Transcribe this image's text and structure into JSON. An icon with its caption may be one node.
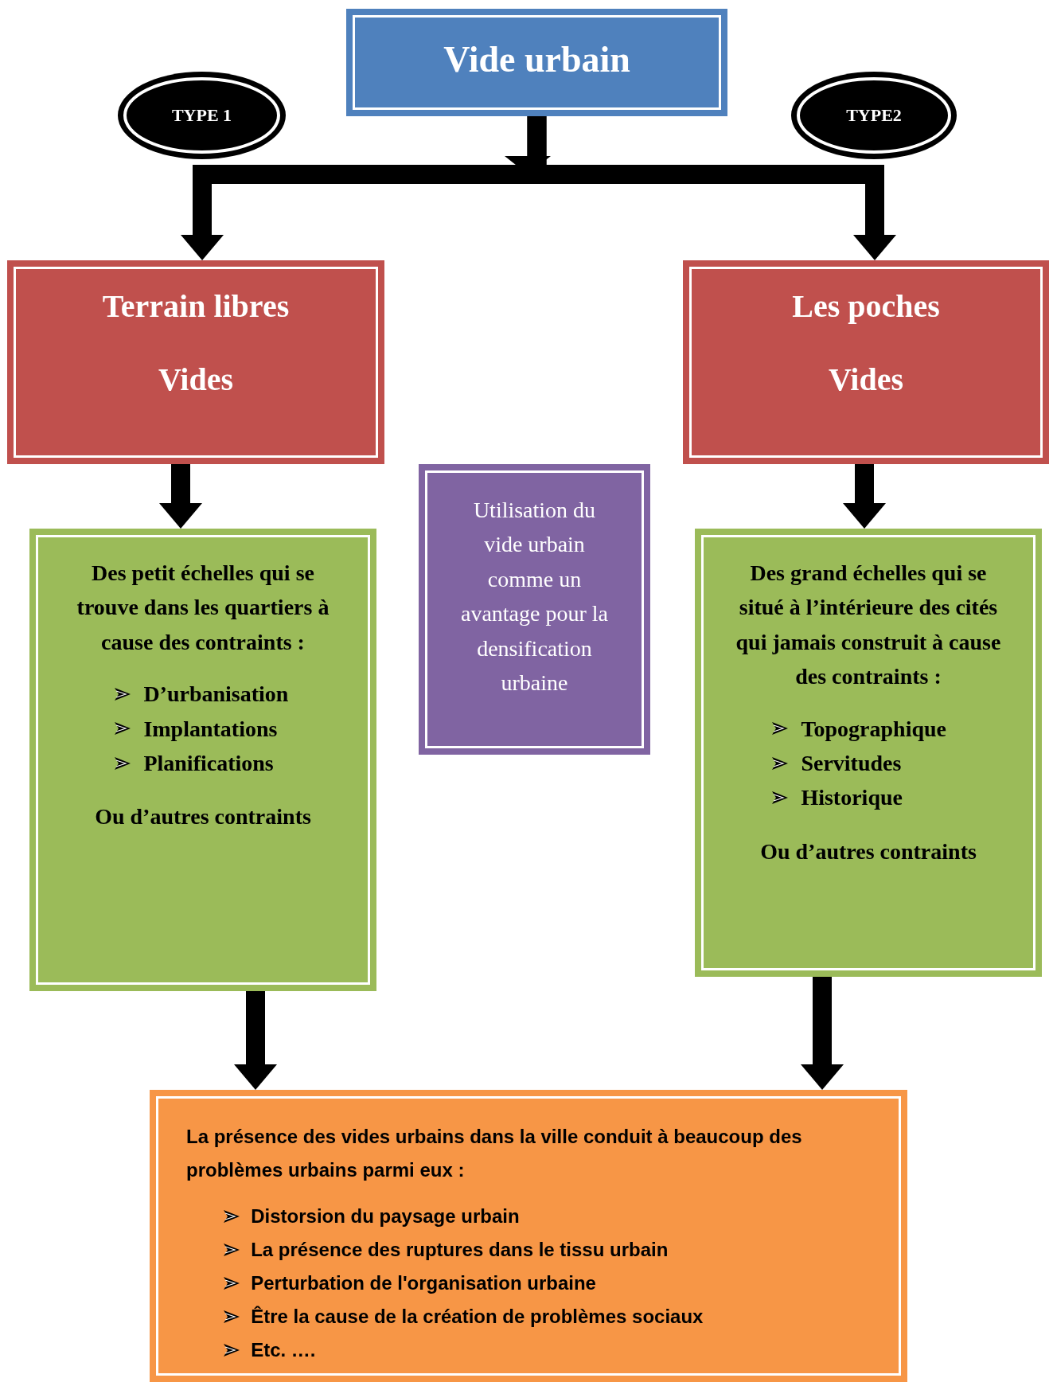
{
  "diagram": {
    "nodes": [
      {
        "text": [
          "Vide urbain"
        ]
      },
      {
        "text": [
          "TYPE 1"
        ]
      },
      {
        "text": [
          "TYPE2"
        ]
      },
      {
        "text": [
          "Terrain libres",
          "Vides"
        ]
      },
      {
        "text": [
          "Les poches",
          "Vides"
        ]
      },
      {
        "text": [
          "Utilisation du vide urbain comme un avantage pour la densification urbaine"
        ]
      },
      {
        "text": [
          "Des petit échelles qui se trouve dans les quartiers à cause des contraints :",
          "D’urbanisation",
          "Implantations",
          "Planifications",
          "Ou d’autres contraints"
        ]
      },
      {
        "text": [
          "Des grand échelles qui se situé à l’intérieure des cités qui jamais construit à cause des contraints :",
          "Topographique",
          "Servitudes",
          "Historique",
          "Ou d’autres contraints"
        ]
      },
      {
        "text": [
          "La présence des vides urbains dans la ville conduit à beaucoup des problèmes urbains parmi eux :",
          "Distorsion du paysage urbain",
          "La présence des ruptures dans le tissu urbain",
          "Perturbation de l'organisation urbaine",
          "Être la cause de la création de problèmes sociaux",
          "Etc. …."
        ]
      }
    ],
    "edges": [
      {
        "from": 0,
        "to": 3,
        "arrow": "to"
      },
      {
        "from": 0,
        "to": 4,
        "arrow": "to"
      },
      {
        "from": 3,
        "to": 6,
        "arrow": "to"
      },
      {
        "from": 4,
        "to": 7,
        "arrow": "to"
      },
      {
        "from": 6,
        "to": 8,
        "arrow": "to"
      },
      {
        "from": 7,
        "to": 8,
        "arrow": "to"
      }
    ]
  }
}
